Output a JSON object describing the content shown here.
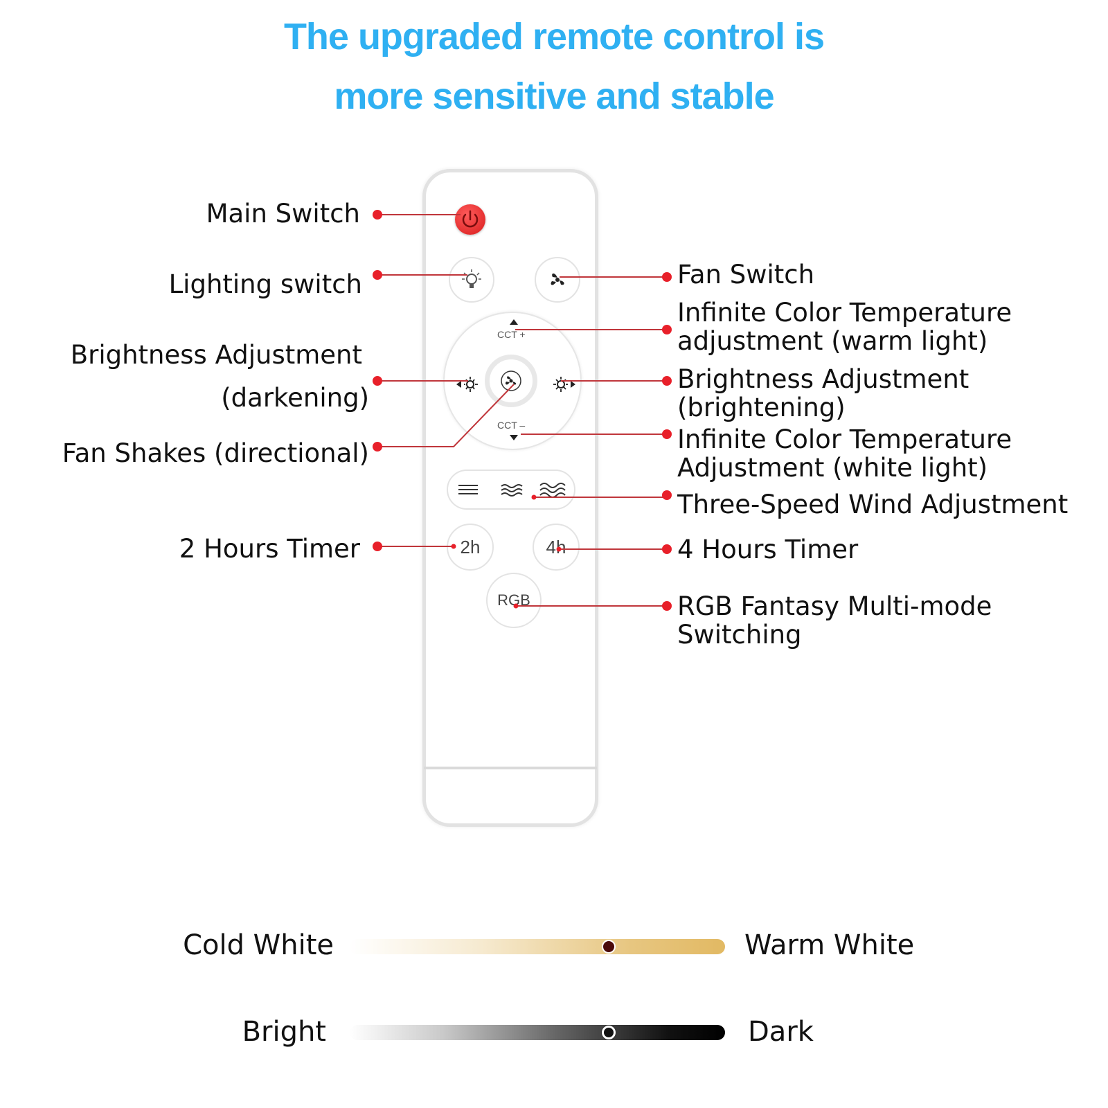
{
  "headline": {
    "line1": "The upgraded remote control is",
    "line2": "more sensitive and stable",
    "color": "#2fb0f2"
  },
  "left_labels": {
    "main_switch": "Main Switch",
    "lighting_switch": "Lighting switch",
    "brightness_darkening_1": "Brightness Adjustment",
    "brightness_darkening_2": "(darkening)",
    "fan_shakes": "Fan Shakes (directional)",
    "timer_2h": "2 Hours Timer"
  },
  "right_labels": {
    "fan_switch": "Fan Switch",
    "cct_warm_1": "Infinite Color Temperature",
    "cct_warm_2": "adjustment (warm light)",
    "brightening_1": "Brightness Adjustment",
    "brightening_2": "(brightening)",
    "cct_white_1": "Infinite Color Temperature",
    "cct_white_2": "Adjustment (white light)",
    "three_speed": "Three-Speed Wind Adjustment",
    "timer_4h": "4 Hours Timer",
    "rgb_1": "RGB Fantasy Multi-mode",
    "rgb_2": "Switching"
  },
  "remote": {
    "cct_plus": "CCT +",
    "cct_minus": "CCT –",
    "btn_2h": "2h",
    "btn_4h": "4h",
    "btn_rgb": "RGB",
    "power_color": "#e02424"
  },
  "sliders": {
    "color_temp": {
      "left": "Cold White",
      "right": "Warm White",
      "position": 0.69
    },
    "brightness": {
      "left": "Bright",
      "right": "Dark",
      "position": 0.69
    }
  },
  "leader_color": "#c0363b",
  "dot_color": "#e8202a"
}
